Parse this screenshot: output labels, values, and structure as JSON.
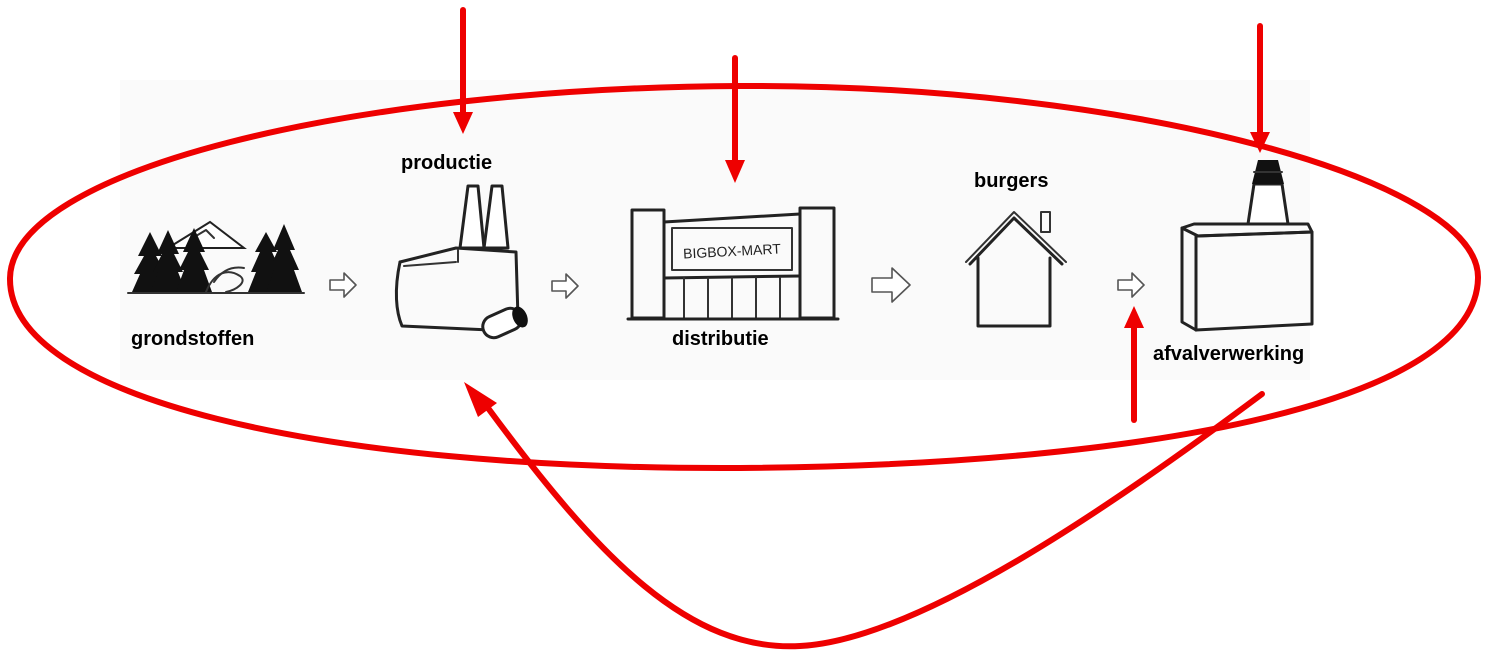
{
  "stages": {
    "grondstoffen": "grondstoffen",
    "productie": "productie",
    "distributie": "distributie",
    "burgers": "burgers",
    "afvalverwerking": "afvalverwerking"
  },
  "store_sign": "BIGBOX-MART",
  "colors": {
    "loop": "#ee0000",
    "ink": "#222222",
    "background": "#ffffff"
  }
}
